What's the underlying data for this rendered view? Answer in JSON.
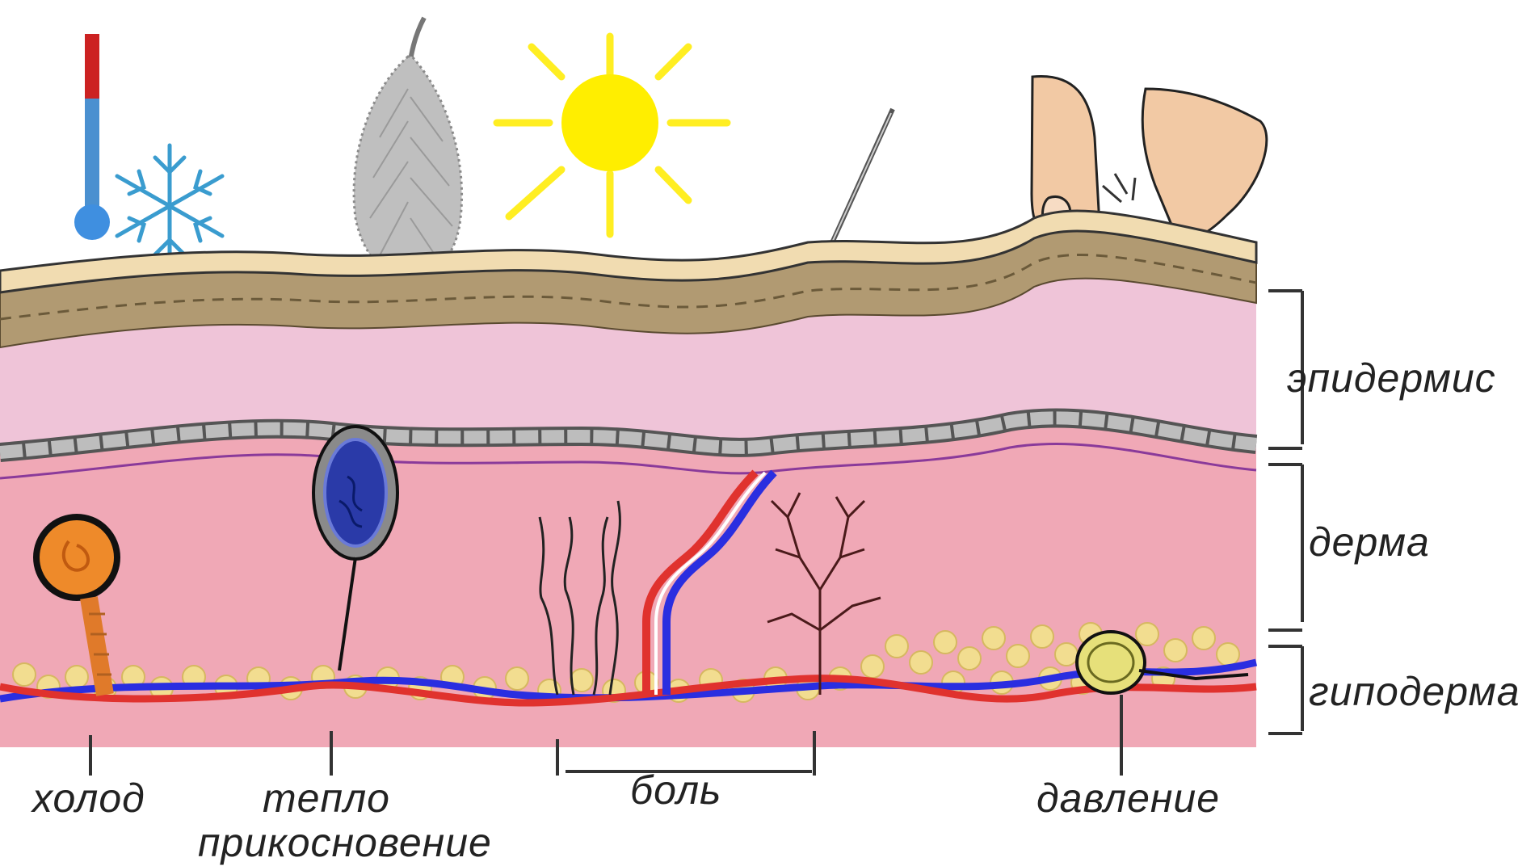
{
  "layers": {
    "epidermis": "эпидермис",
    "dermis": "дерма",
    "hypodermis": "гиподерма"
  },
  "receptors": {
    "cold": "холод",
    "heat": "тепло",
    "touch": "прикосновение",
    "pain": "боль",
    "pressure": "давление"
  },
  "colors": {
    "skin_surface": "#f1dcb1",
    "stratum_brown": "#b19a72",
    "epidermis_pink": "#efc4d8",
    "dermis_pink": "#f0a8b6",
    "fat_yellow": "#f2dd90",
    "artery": "#e0322e",
    "vein": "#2a2ee0",
    "sun": "#ffee00"
  }
}
